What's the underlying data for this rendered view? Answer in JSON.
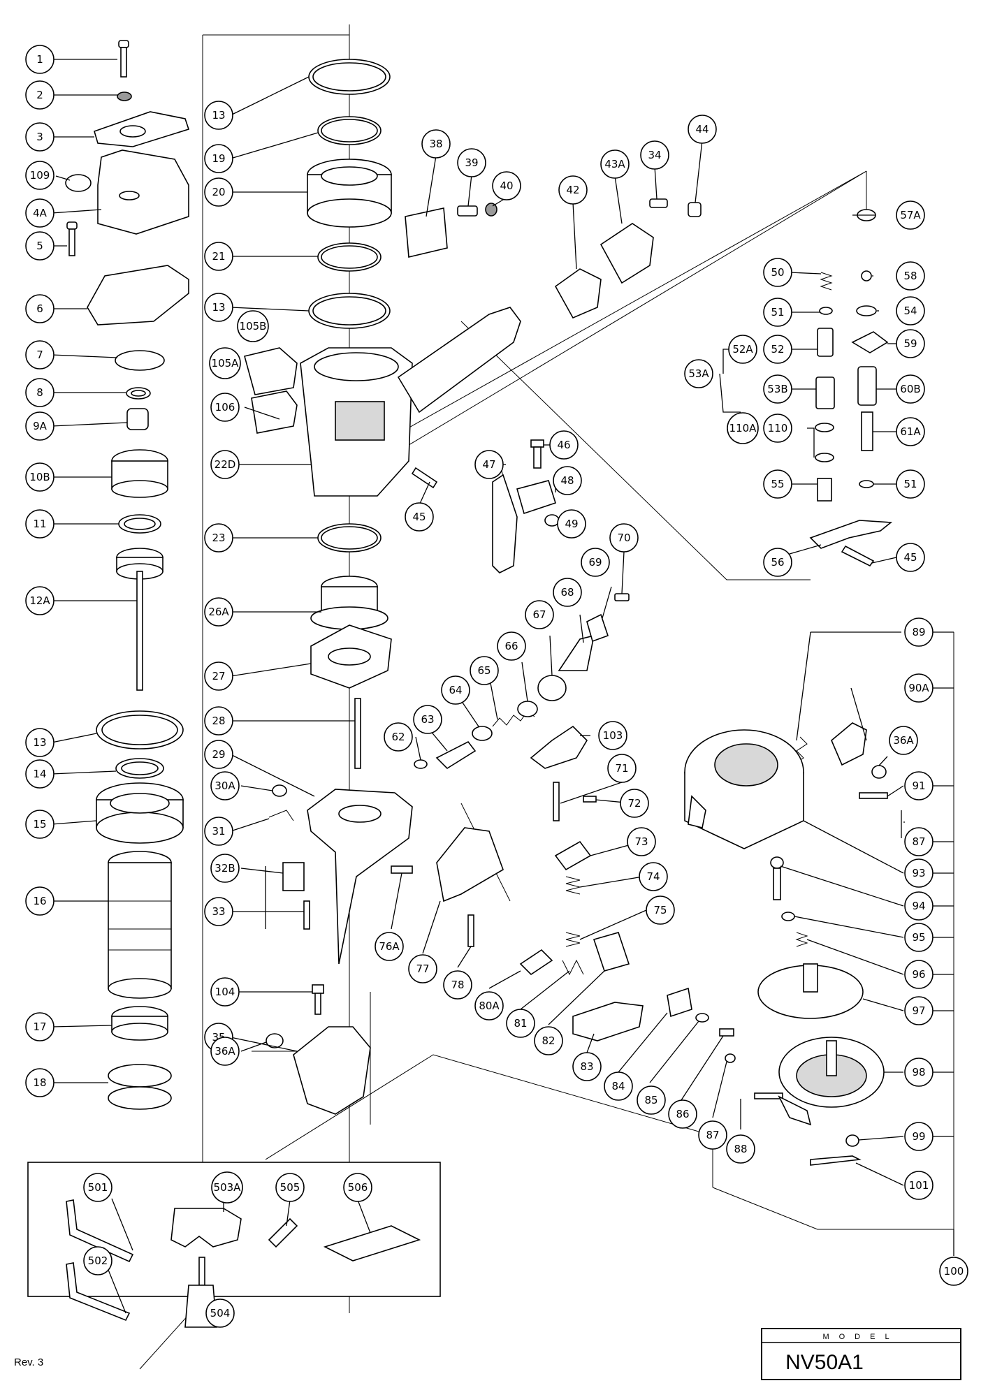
{
  "title_block": {
    "model_label": "MODEL",
    "model_value": "NV50A1"
  },
  "revision": "Rev. 3",
  "callouts": {
    "c1": "1",
    "c2": "2",
    "c3": "3",
    "c109": "109",
    "c4A": "4A",
    "c5": "5",
    "c6": "6",
    "c7": "7",
    "c8": "8",
    "c9A": "9A",
    "c10B": "10B",
    "c11": "11",
    "c12A": "12A",
    "c13a": "13",
    "c14": "14",
    "c15": "15",
    "c16": "16",
    "c17": "17",
    "c18": "18",
    "c13b": "13",
    "c19": "19",
    "c20": "20",
    "c21": "21",
    "c13c": "13",
    "c105B": "105B",
    "c105A": "105A",
    "c106": "106",
    "c22D": "22D",
    "c23": "23",
    "c26A": "26A",
    "c27": "27",
    "c28": "28",
    "c29": "29",
    "c30A": "30A",
    "c31": "31",
    "c32B": "32B",
    "c33": "33",
    "c104": "104",
    "c35": "35",
    "c36Aa": "36A",
    "c38": "38",
    "c39": "39",
    "c40": "40",
    "c42": "42",
    "c43A": "43A",
    "c34": "34",
    "c44": "44",
    "c45a": "45",
    "c46": "46",
    "c47": "47",
    "c48": "48",
    "c49": "49",
    "c57A": "57A",
    "c58": "58",
    "c54": "54",
    "c59": "59",
    "c60B": "60B",
    "c61A": "61A",
    "c51b": "51",
    "c50": "50",
    "c51a": "51",
    "c52A": "52A",
    "c52": "52",
    "c53A": "53A",
    "c53B": "53B",
    "c110A": "110A",
    "c110": "110",
    "c55": "55",
    "c56": "56",
    "c45b": "45",
    "c62": "62",
    "c63": "63",
    "c64": "64",
    "c65": "65",
    "c66": "66",
    "c67": "67",
    "c68": "68",
    "c69": "69",
    "c70": "70",
    "c103": "103",
    "c71": "71",
    "c72": "72",
    "c73": "73",
    "c74": "74",
    "c75": "75",
    "c76A": "76A",
    "c77": "77",
    "c78": "78",
    "c80A": "80A",
    "c81": "81",
    "c82": "82",
    "c83": "83",
    "c84": "84",
    "c85": "85",
    "c86": "86",
    "c87b": "87",
    "c88": "88",
    "c89": "89",
    "c90A": "90A",
    "c36Ab": "36A",
    "c91": "91",
    "c87a": "87",
    "c93": "93",
    "c94": "94",
    "c95": "95",
    "c96": "96",
    "c97": "97",
    "c98": "98",
    "c99": "99",
    "c101": "101",
    "c100": "100",
    "c501": "501",
    "c503A": "503A",
    "c505": "505",
    "c506": "506",
    "c502": "502",
    "c504": "504"
  }
}
